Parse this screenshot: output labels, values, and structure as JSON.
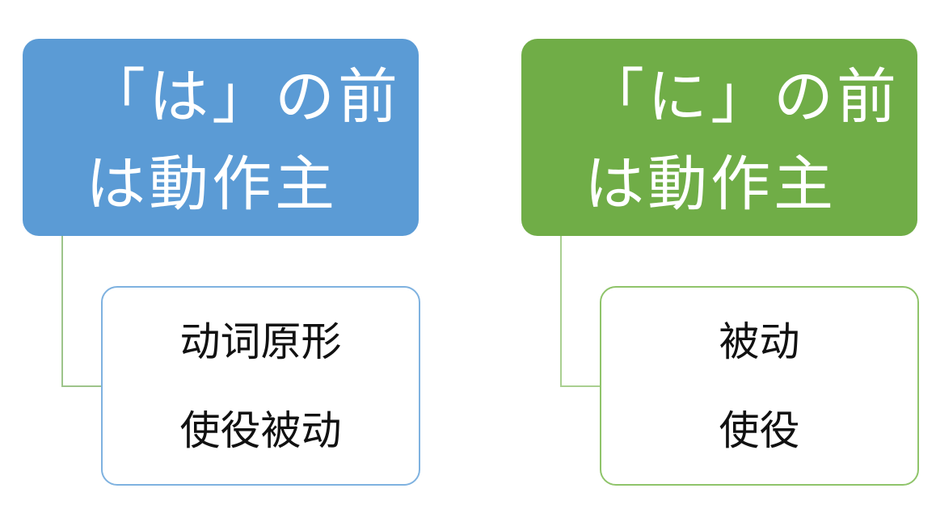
{
  "colors": {
    "left_accent": "#5b9bd5",
    "right_accent": "#70ad47",
    "connector": "#9dc48a"
  },
  "left": {
    "head": [
      "「は」の前",
      "は動作主"
    ],
    "items": [
      "动词原形",
      "使役被动"
    ]
  },
  "right": {
    "head": [
      "「に」の前",
      "は動作主"
    ],
    "items": [
      "被动",
      "使役"
    ]
  }
}
